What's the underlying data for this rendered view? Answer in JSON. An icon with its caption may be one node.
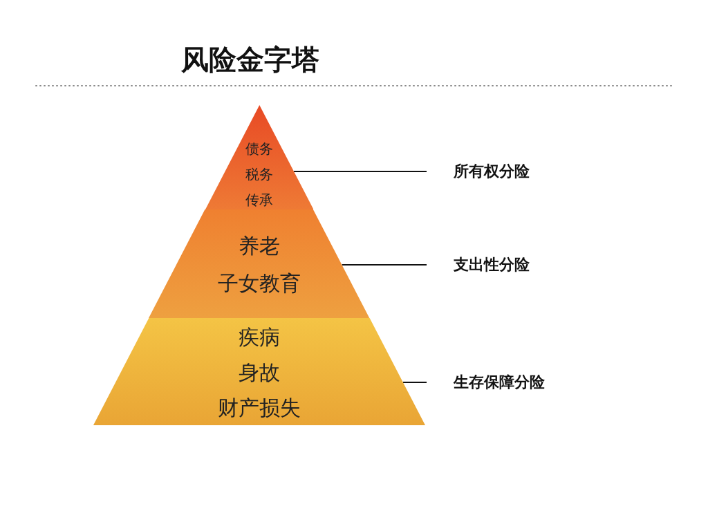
{
  "diagram": {
    "title": "风险金字塔",
    "nodes": [
      {
        "text": [
          "债务",
          "税务",
          "传承"
        ]
      },
      {
        "text": [
          "养老",
          "子女教育"
        ]
      },
      {
        "text": [
          "疾病",
          "身故",
          "财产损失"
        ]
      },
      {
        "text": [
          "所有权分险"
        ]
      },
      {
        "text": [
          "支出性分险"
        ]
      },
      {
        "text": [
          "生存保障分险"
        ]
      }
    ],
    "edges": [
      {
        "from": 3,
        "to": 0,
        "arrow": "none"
      },
      {
        "from": 4,
        "to": 1,
        "arrow": "none"
      },
      {
        "from": 5,
        "to": 2,
        "arrow": "none"
      }
    ]
  }
}
